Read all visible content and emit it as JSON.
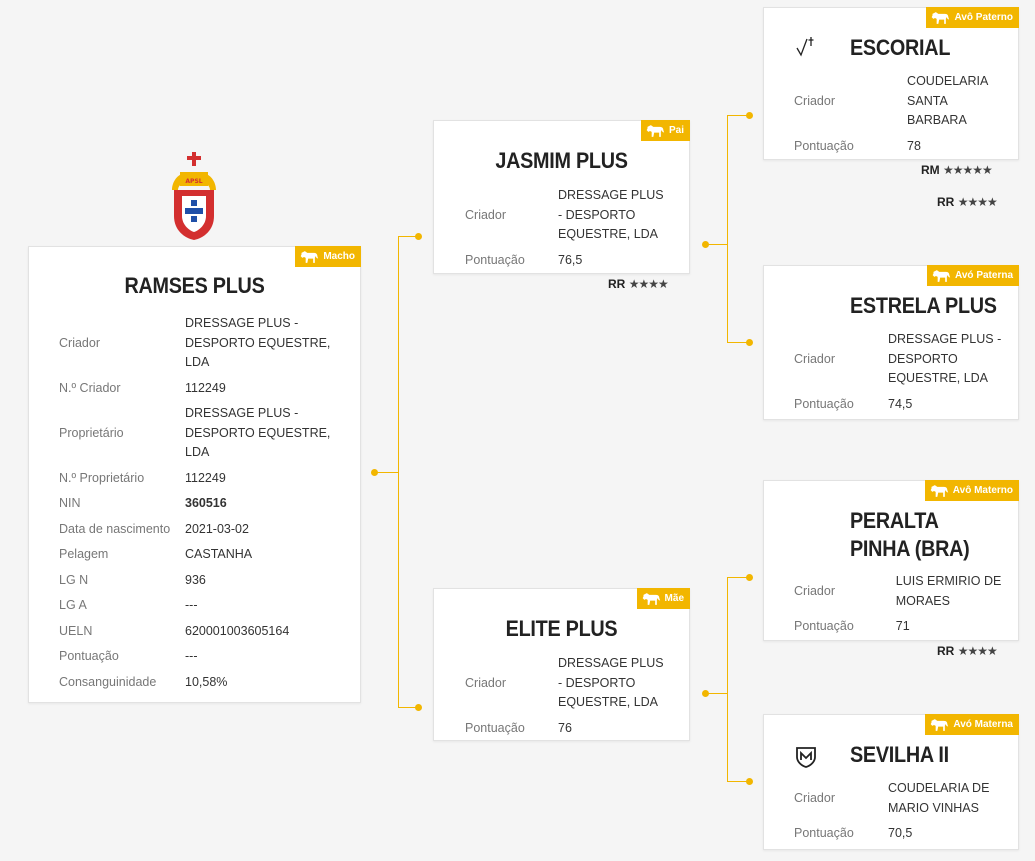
{
  "main": {
    "name": "RAMSES PLUS",
    "badge": "Macho",
    "rows": [
      {
        "label": "Criador",
        "value": "DRESSAGE PLUS - DESPORTO EQUESTRE, LDA"
      },
      {
        "label": "N.º Criador",
        "value": "112249"
      },
      {
        "label": "Proprietário",
        "value": "DRESSAGE PLUS - DESPORTO EQUESTRE, LDA"
      },
      {
        "label": "N.º Proprietário",
        "value": "112249"
      },
      {
        "label": "NIN",
        "value": "360516"
      },
      {
        "label": "Data de nascimento",
        "value": "2021-03-02"
      },
      {
        "label": "Pelagem",
        "value": "CASTANHA"
      },
      {
        "label": "LG N",
        "value": "936"
      },
      {
        "label": "LG A",
        "value": "---"
      },
      {
        "label": "UELN",
        "value": "620001003605164"
      },
      {
        "label": "Pontuação",
        "value": "---"
      },
      {
        "label": "Consanguinidade",
        "value": "10,58%"
      }
    ],
    "logo_text": "APSL"
  },
  "pai": {
    "name": "JASMIM PLUS",
    "badge": "Pai",
    "criador_label": "Criador",
    "criador": "DRESSAGE PLUS - DESPORTO EQUESTRE, LDA",
    "pont_label": "Pontuação",
    "pont": "76,5",
    "rating": "RR",
    "stars": "★★★★"
  },
  "mae": {
    "name": "ELITE PLUS",
    "badge": "Mãe",
    "criador_label": "Criador",
    "criador": "DRESSAGE PLUS - DESPORTO EQUESTRE, LDA",
    "pont_label": "Pontuação",
    "pont": "76"
  },
  "avo_paterno": {
    "name": "ESCORIAL",
    "badge": "Avô Paterno",
    "criador_label": "Criador",
    "criador": "COUDELARIA SANTA BARBARA",
    "pont_label": "Pontuação",
    "pont": "78",
    "ratings": [
      {
        "label": "RM",
        "stars": "★★★★★"
      },
      {
        "label": "RR",
        "stars": "★★★★"
      }
    ]
  },
  "avo_paterna": {
    "name": "ESTRELA PLUS",
    "badge": "Avó Paterna",
    "criador_label": "Criador",
    "criador": "DRESSAGE PLUS - DESPORTO EQUESTRE, LDA",
    "pont_label": "Pontuação",
    "pont": "74,5"
  },
  "avo_materno": {
    "name": "PERALTA PINHA (BRA)",
    "badge": "Avô Materno",
    "criador_label": "Criador",
    "criador": "LUIS ERMIRIO DE MORAES",
    "pont_label": "Pontuação",
    "pont": "71",
    "rating": "RR",
    "stars": "★★★★"
  },
  "avo_materna": {
    "name": "SEVILHA II",
    "badge": "Avó Materna",
    "criador_label": "Criador",
    "criador": "COUDELARIA DE MARIO VINHAS",
    "pont_label": "Pontuação",
    "pont": "70,5"
  },
  "colors": {
    "accent": "#f2b600",
    "coat_red": "#d32f2f",
    "coat_blue": "#1f4fa8"
  }
}
